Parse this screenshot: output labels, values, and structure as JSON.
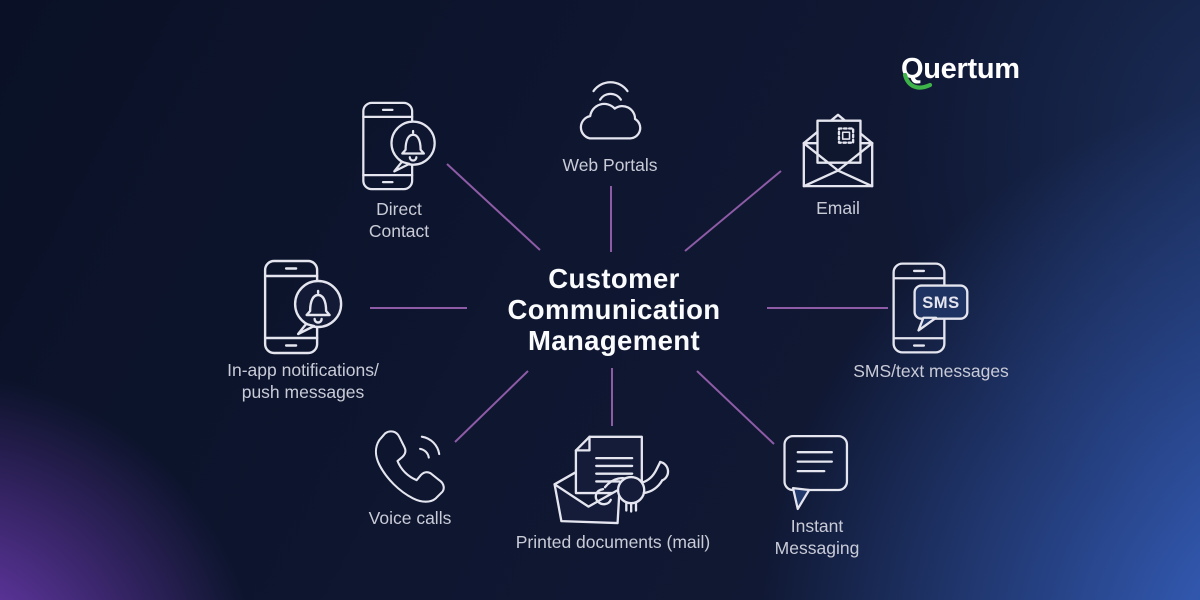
{
  "logo": {
    "text": "Quertum",
    "accent_color": "#3eb34a"
  },
  "center": {
    "title_lines": [
      "Customer",
      "Communication",
      "Management"
    ]
  },
  "nodes": [
    {
      "id": "direct-contact",
      "icon": "phone-notification-icon",
      "label_lines": [
        "Direct",
        "Contact"
      ]
    },
    {
      "id": "web-portals",
      "icon": "cloud-signal-icon",
      "label_lines": [
        "Web Portals"
      ]
    },
    {
      "id": "email",
      "icon": "open-envelope-letter-stamp-icon",
      "label_lines": [
        "Email"
      ]
    },
    {
      "id": "in-app-notifications",
      "icon": "phone-notification-icon",
      "label_lines": [
        "In-app notifications/",
        "push messages"
      ]
    },
    {
      "id": "sms-text-messages",
      "icon": "phone-sms-bubble-icon",
      "icon_text": "SMS",
      "label_lines": [
        "SMS/text messages"
      ]
    },
    {
      "id": "voice-calls",
      "icon": "phone-handset-waves-icon",
      "label_lines": [
        "Voice calls"
      ]
    },
    {
      "id": "printed-documents",
      "icon": "envelope-document-post-horn-icon",
      "label_lines": [
        "Printed documents (mail)"
      ]
    },
    {
      "id": "instant-messaging",
      "icon": "chat-bubble-lines-icon",
      "label_lines": [
        "Instant",
        "Messaging"
      ]
    }
  ],
  "colors": {
    "background_navy": "#0e1630",
    "glow_purple": "#8444d2",
    "glow_blue": "#3e70de",
    "spoke_line": "#8e5ba6",
    "icon_stroke": "#e4e5ef",
    "label_text": "#c9cbd7",
    "title_text": "#fafbfd"
  }
}
